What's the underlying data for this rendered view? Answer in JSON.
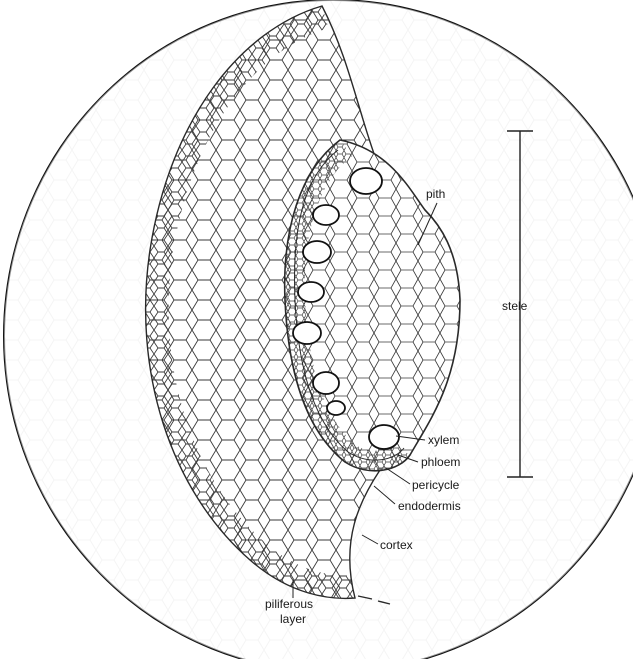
{
  "diagram": {
    "labels": {
      "pith": "pith",
      "stele": "stele",
      "xylem": "xylem",
      "phloem": "phloem",
      "pericycle": "pericycle",
      "endodermis": "endodermis",
      "cortex": "cortex",
      "piliferous_line1": "piliferous",
      "piliferous_line2": "layer"
    },
    "colors": {
      "background": "#ffffff",
      "ink": "#1a1a1a",
      "cell_wall": "#3a3a3a"
    }
  }
}
